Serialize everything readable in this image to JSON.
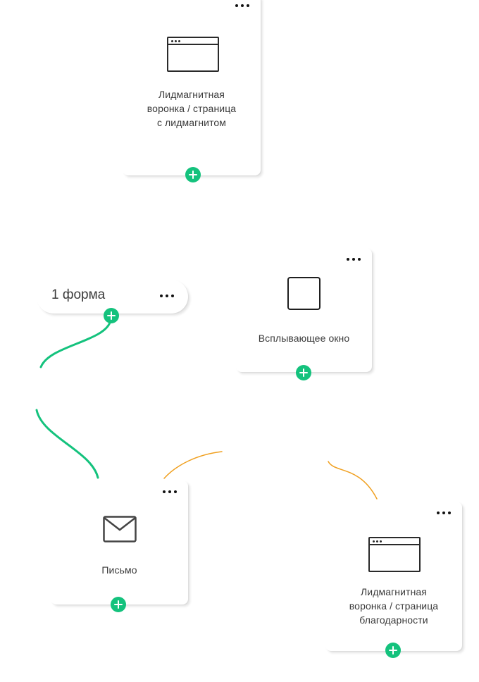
{
  "colors": {
    "accent": "#14c27d",
    "link_orange": "#f0a020",
    "link_green": "#14c27d"
  },
  "nodes": {
    "leadmagnet_page": {
      "title": "Лидмагнитная\nворонка / страница\nс лидмагнитом",
      "icon": "browser-window-icon"
    },
    "form": {
      "title": "1 форма"
    },
    "popup": {
      "title": "Всплывающее окно",
      "icon": "popup-window-icon"
    },
    "letter": {
      "title": "Письмо",
      "icon": "envelope-icon"
    },
    "thanks_page": {
      "title": "Лидмагнитная\nворонка / страница\nблагодарности",
      "icon": "browser-window-icon"
    }
  }
}
